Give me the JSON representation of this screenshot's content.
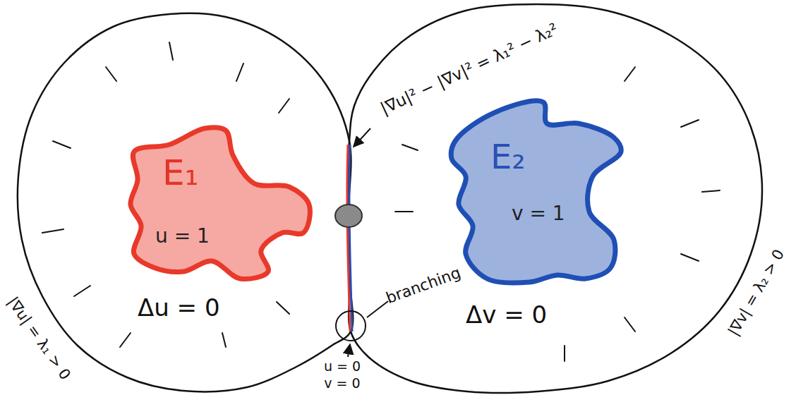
{
  "diagram": {
    "nodes": [
      {
        "text": [
          "Δu = 0"
        ]
      },
      {
        "text": [
          "E₁",
          "u = 1"
        ],
        "in": 0
      },
      {
        "text": [
          "Δv = 0"
        ]
      },
      {
        "text": [
          "E₂",
          "v = 1"
        ],
        "in": 2
      }
    ],
    "labels": [
      "|∇u|² − |∇v|² = λ₁² − λ₂²",
      "branching",
      "u = 0",
      "v = 0",
      "|∇u| = λ₁ > 0",
      "|∇v| = λ₂ > 0"
    ]
  }
}
